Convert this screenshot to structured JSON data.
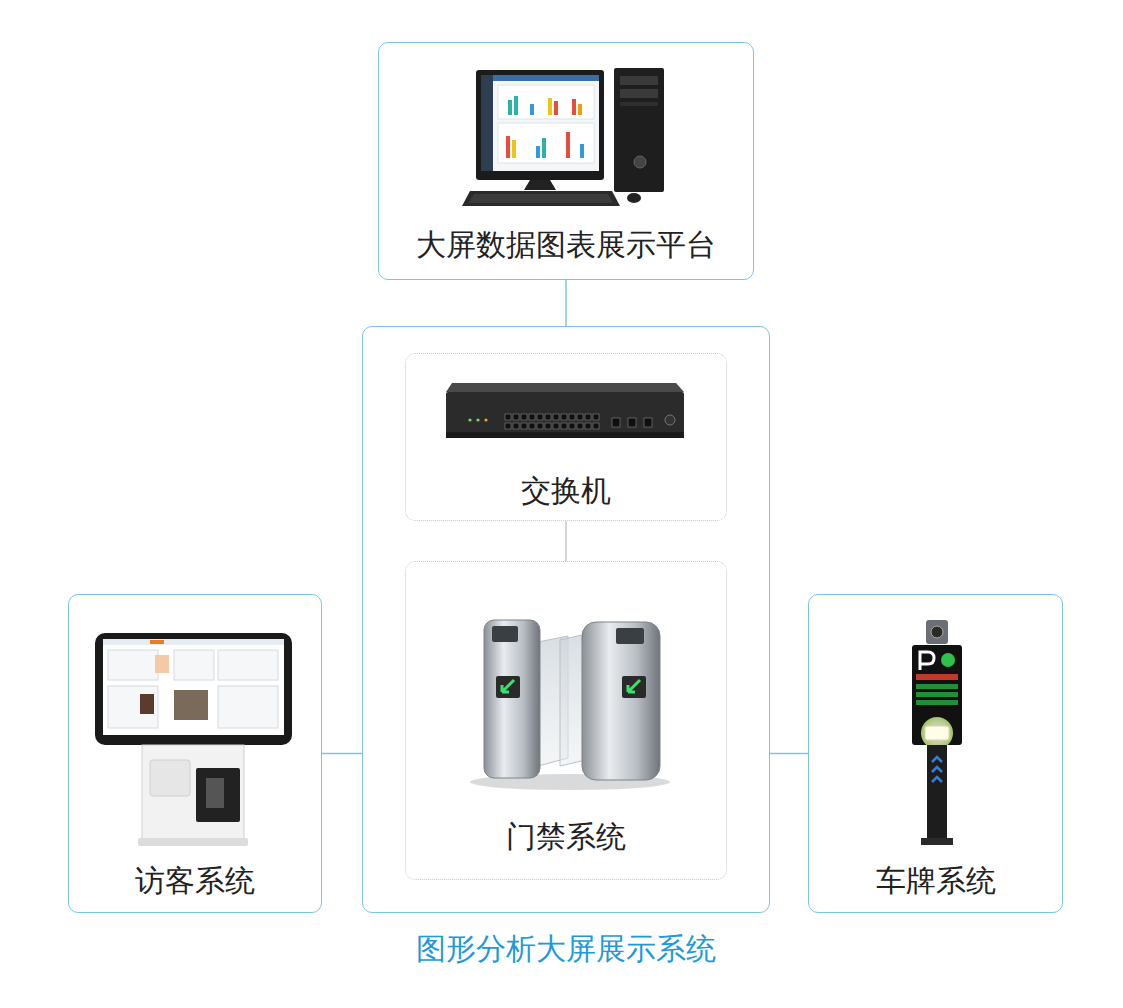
{
  "diagram": {
    "nodes": [
      {
        "text": [
          "大屏数据图表展示平台"
        ]
      },
      {
        "text": [
          "图形分析大屏展示系统"
        ]
      },
      {
        "text": [
          "交换机"
        ],
        "in": 1
      },
      {
        "text": [
          "门禁系统"
        ],
        "in": 1
      },
      {
        "text": [
          "访客系统"
        ]
      },
      {
        "text": [
          "车牌系统"
        ]
      }
    ],
    "edges": [
      {
        "from": 0,
        "to": 1,
        "arrow": "none"
      },
      {
        "from": 2,
        "to": 3,
        "arrow": "none"
      },
      {
        "from": 4,
        "to": 1,
        "arrow": "none"
      },
      {
        "from": 1,
        "to": 5,
        "arrow": "none"
      }
    ]
  }
}
